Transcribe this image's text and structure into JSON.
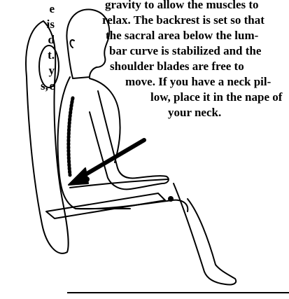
{
  "left_column": {
    "lines": [
      "e",
      "is",
      "d",
      "t.",
      "y",
      "e",
      "s,"
    ]
  },
  "right_column": {
    "lines": [
      "gravity to allow the muscles to",
      "relax. The backrest is set so that",
      "the sacral area below the lum-",
      "bar curve is stabilized and the",
      "shoulder blades are free to",
      "move. If you have a neck pil-",
      "low, place it in the nape of",
      "your neck."
    ]
  },
  "illustration": {
    "subject": "seated-person-in-ergonomic-chair",
    "colors": {
      "ink": "#000000",
      "paper": "#ffffff"
    }
  }
}
